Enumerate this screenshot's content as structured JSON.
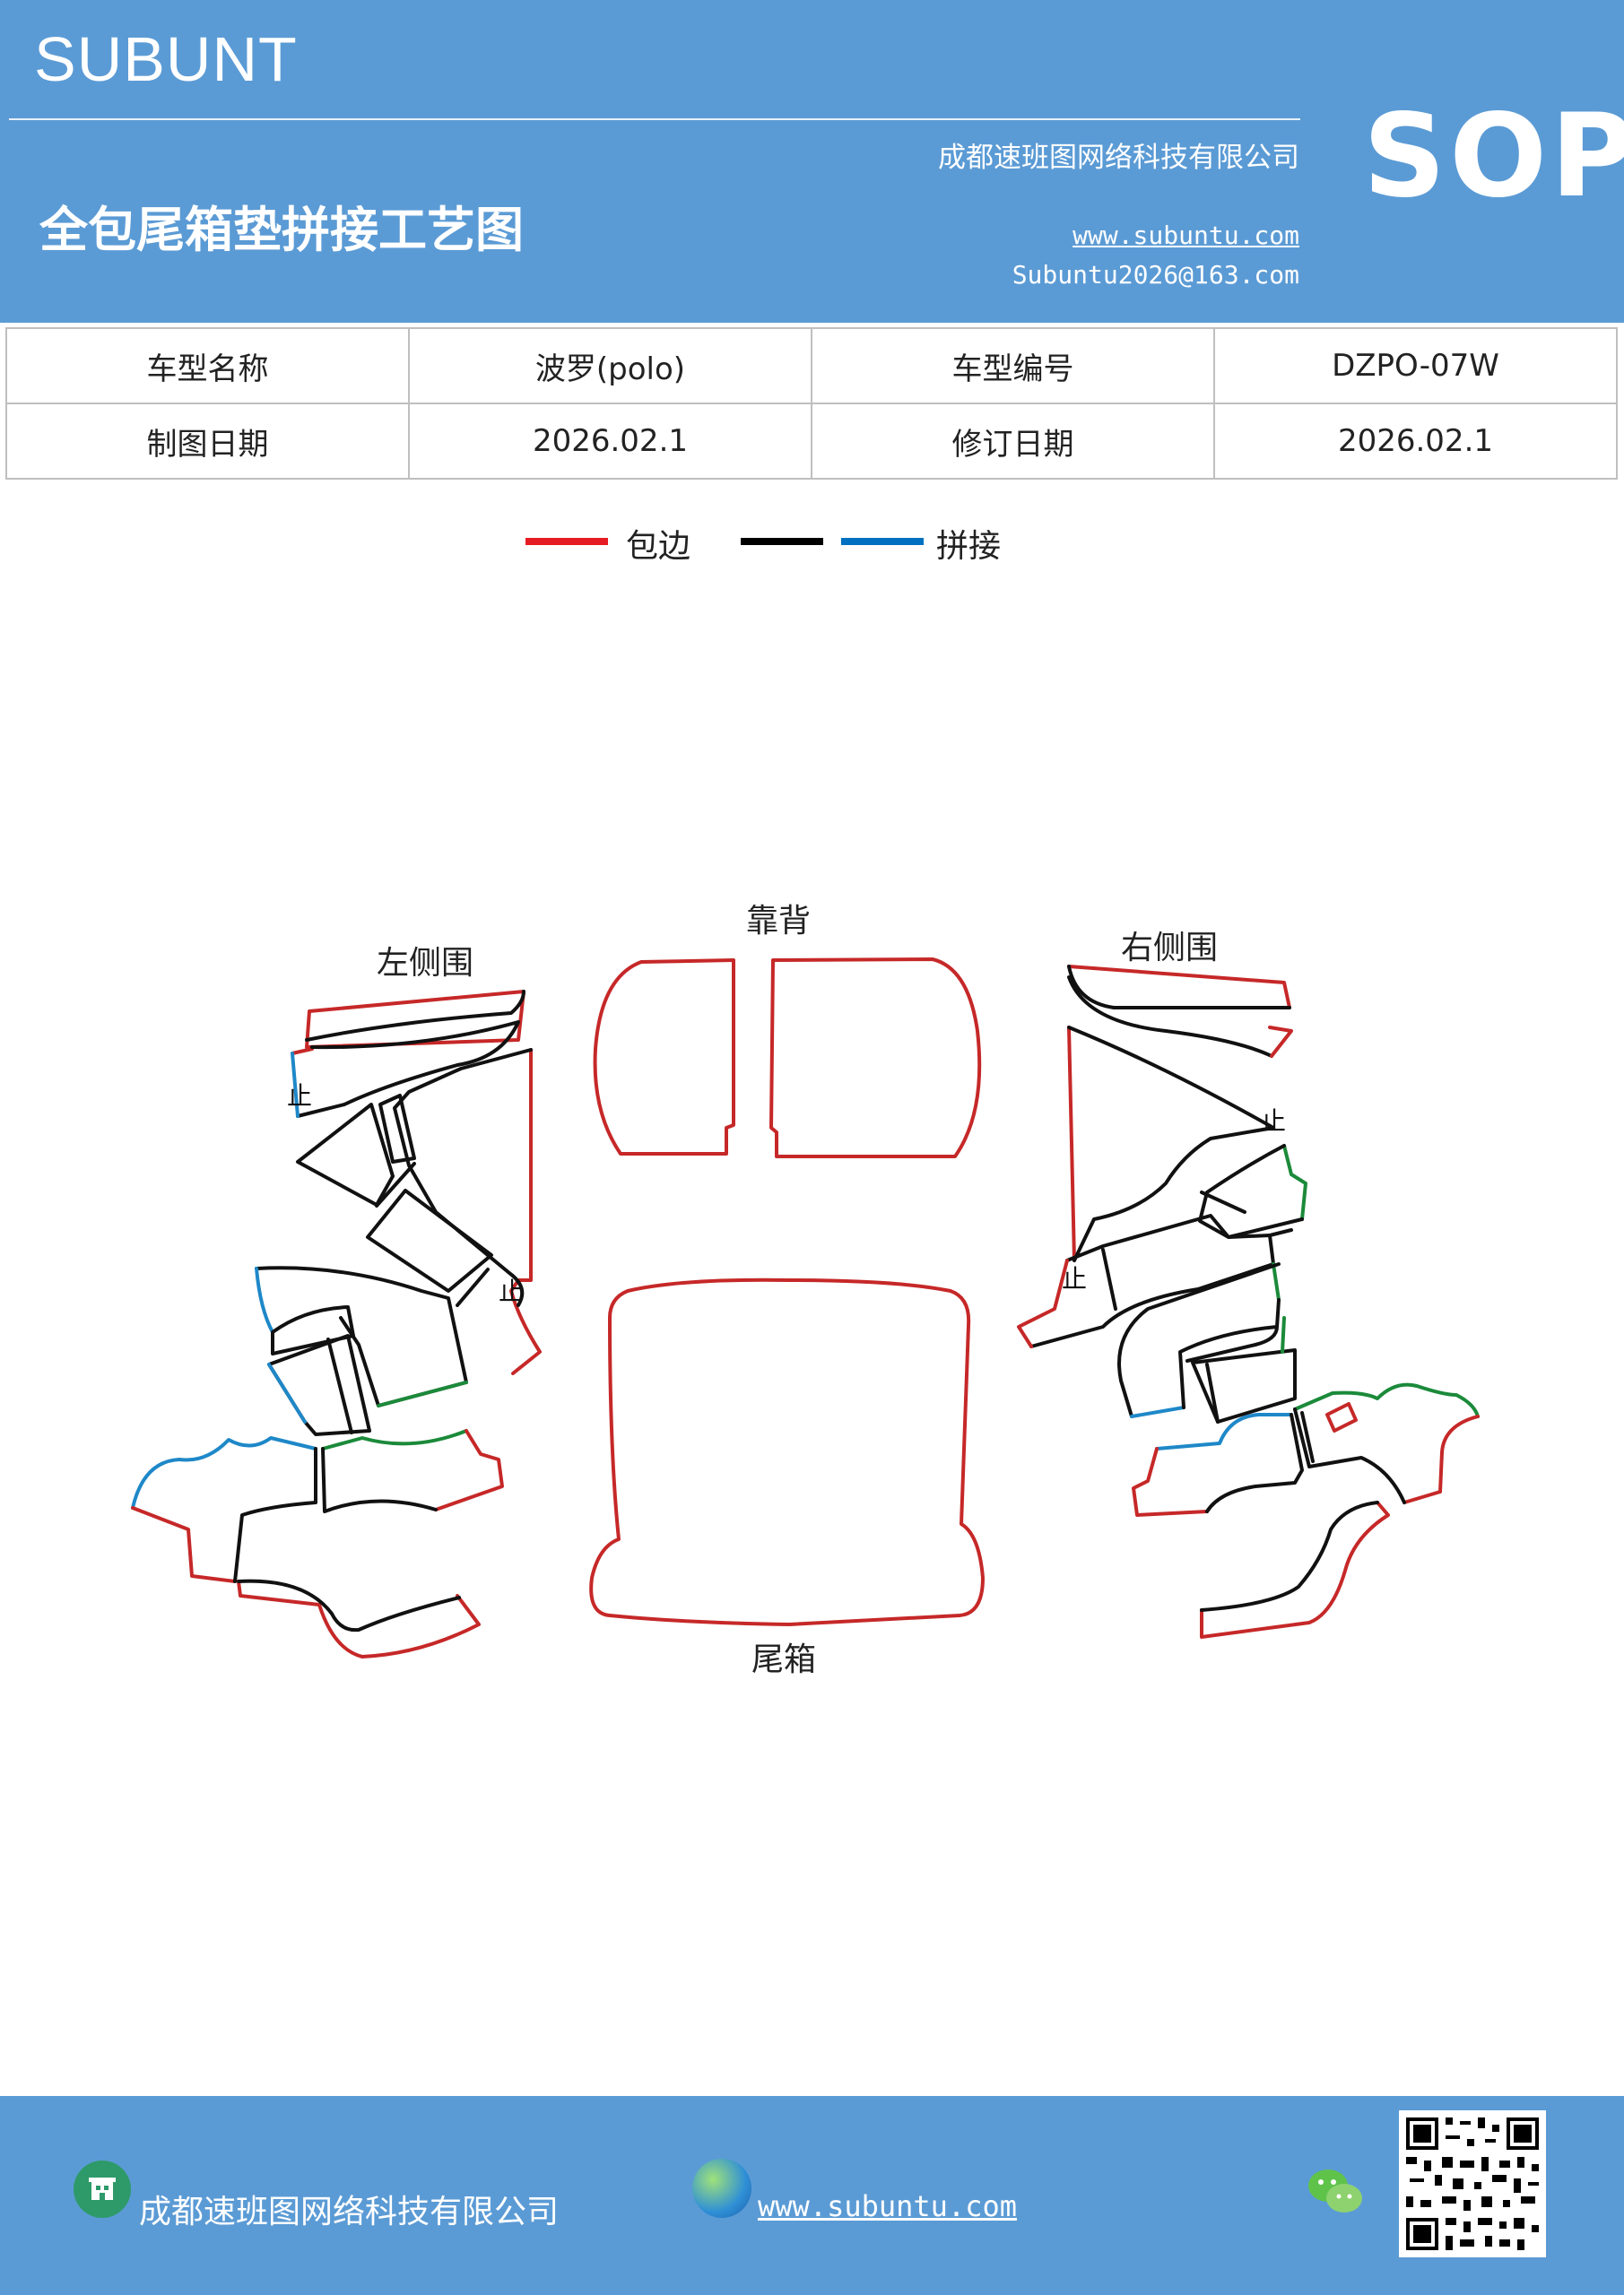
{
  "header": {
    "brand": "SUBUNT",
    "title": "全包尾箱垫拼接工艺图",
    "company": "成都速班图网络科技有限公司",
    "website": "www.subuntu.com",
    "email": "Subuntu2026@163.com",
    "badge": "SOP"
  },
  "info": {
    "model_name_label": "车型名称",
    "model_name_value": "波罗(polo)",
    "model_code_label": "车型编号",
    "model_code_value": "DZPO-07W",
    "drawing_date_label": "制图日期",
    "drawing_date_value": "2026.02.1",
    "revision_date_label": "修订日期",
    "revision_date_value": "2026.02.1"
  },
  "legend": {
    "edge_label": "包边",
    "splice_label": "拼接",
    "colors": {
      "edge": "#e51c23",
      "splice_black": "#000000",
      "splice_blue": "#0070c0"
    }
  },
  "diagram": {
    "left_label": "左侧围",
    "back_label": "靠背",
    "right_label": "右侧围",
    "trunk_label": "尾箱",
    "mark": "止",
    "colors": {
      "edge": "#c62828",
      "black": "#111111",
      "blue": "#1e88c8",
      "green": "#1b8a3a"
    }
  },
  "footer": {
    "company": "成都速班图网络科技有限公司",
    "website": "www.subuntu.com"
  }
}
